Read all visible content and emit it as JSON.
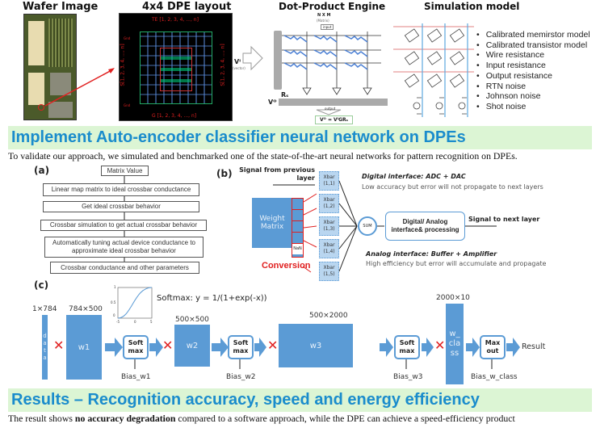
{
  "top": {
    "wafer_title": "Wafer Image",
    "layout_title": "4x4 DPE layout",
    "layout_labels": {
      "te": "TE [1, 2, 3, 4, ..., n]",
      "g": "G [1, 2, 3, 4, ..., n]",
      "s_left": "S[1, 2, 3, 4, ..., n]",
      "s_right": "S[1, 2, 3, 4, ..., n]",
      "gnd": "Gnd"
    },
    "dpe_title": "Dot-Product Engine",
    "dpe_labels": {
      "matrix": "N X M",
      "matrix_sub": "(Matrix)",
      "input": "input",
      "vector": "Vᴵ",
      "vector_sub": "(vector)",
      "rs": "Rₛ",
      "vo": "Vᴼ",
      "output": "output",
      "equation": "Vᴼ = VᴵGRₛ"
    },
    "sim_title": "Simulation model",
    "sim_bullets": [
      "Calibrated memirstor model",
      "Calibrated transistor model",
      "Wire resistance",
      "Input resistance",
      "Output resistance",
      "RTN noise",
      "Johnson noise",
      "Shot noise"
    ]
  },
  "section1": {
    "title": "Implement Auto-encoder classifier neural network on DPEs",
    "text": "To validate our approach, we simulated and benchmarked one of the state-of-the-art neural networks for pattern recognition on DPEs."
  },
  "fig_a": {
    "label": "(a)",
    "steps": [
      "Matrix Value",
      "Linear map matrix to ideal crossbar conductance",
      "Get ideal crossbar behavior",
      "Crossbar simulation to get actual crossbar behavior",
      "Automatically tuning actual device conductance to approximate ideal crossbar behavior",
      "Crossbar conductance and other parameters"
    ]
  },
  "fig_b": {
    "label": "(b)",
    "signal_in": "Signal from previous layer",
    "weight": "Weight Matrix",
    "nan": "NaN",
    "conversion": "Conversion",
    "xbars": [
      "Xbar (1,1)",
      "Xbar (1,2)",
      "Xbar (1,3)",
      "Xbar (1,4)",
      "Xbar (1,5)"
    ],
    "sum": "SUM",
    "interface": "Digital/ Analog interface& processing",
    "signal_out": "Signal to next layer",
    "digital_title": "Digital interface: ADC + DAC",
    "digital_text": "Low accuracy but error will not propagate to next layers",
    "analog_title": "Analog interface: Buffer + Amplifier",
    "analog_text": "High efficiency but error will accumulate and propagate"
  },
  "fig_c": {
    "label": "(c)",
    "softmax_eq": "Softmax: y = 1/(1+exp(-x))",
    "plot_ticks": {
      "y": [
        "1",
        "0.5",
        "0"
      ],
      "x": [
        "-5",
        "0",
        "5"
      ]
    },
    "data": {
      "dim": "1×784",
      "label": "data"
    },
    "w1": {
      "dim": "784×500",
      "label": "w1"
    },
    "w2": {
      "dim": "500×500",
      "label": "w2"
    },
    "w3": {
      "dim": "500×2000",
      "label": "w3"
    },
    "wclass": {
      "dim": "2000×10",
      "label": "w_class"
    },
    "softmax": "Soft max",
    "maxout": "Max out",
    "result": "Result",
    "biases": [
      "Bias_w1",
      "Bias_w2",
      "Bias_w3",
      "Bias_w_class"
    ]
  },
  "section2": {
    "title": "Results – Recognition accuracy, speed and energy efficiency",
    "text_pre": "The result shows ",
    "text_bold": "no accuracy degradation",
    "text_post": " compared to a software approach, while the DPE can achieve a speed-efficiency product"
  },
  "colors": {
    "band": "#dcf5d4",
    "heading": "#1a8ccc",
    "block": "#5b9bd5",
    "accent_red": "#e02020"
  }
}
